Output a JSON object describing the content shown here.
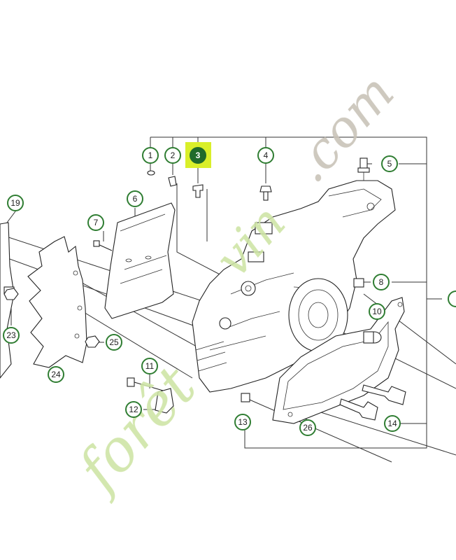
{
  "diagram": {
    "callouts": [
      "1",
      "2",
      "3",
      "4",
      "5",
      "6",
      "7",
      "8",
      "10",
      "11",
      "12",
      "13",
      "14",
      "19",
      "23",
      "24",
      "25",
      "26"
    ],
    "highlighted_callout": "3"
  },
  "watermark": {
    "text_left": "forêt",
    "text_right": "vin",
    "text_tld": ".com",
    "color_green": "#cfe5a6",
    "color_grey": "#c9c3b8",
    "color_orange": "#f6b77a"
  },
  "colors": {
    "callout_border": "#2f7d32",
    "highlight_fill": "#d9ef2a",
    "highlight_circle": "#1f6b2a"
  }
}
